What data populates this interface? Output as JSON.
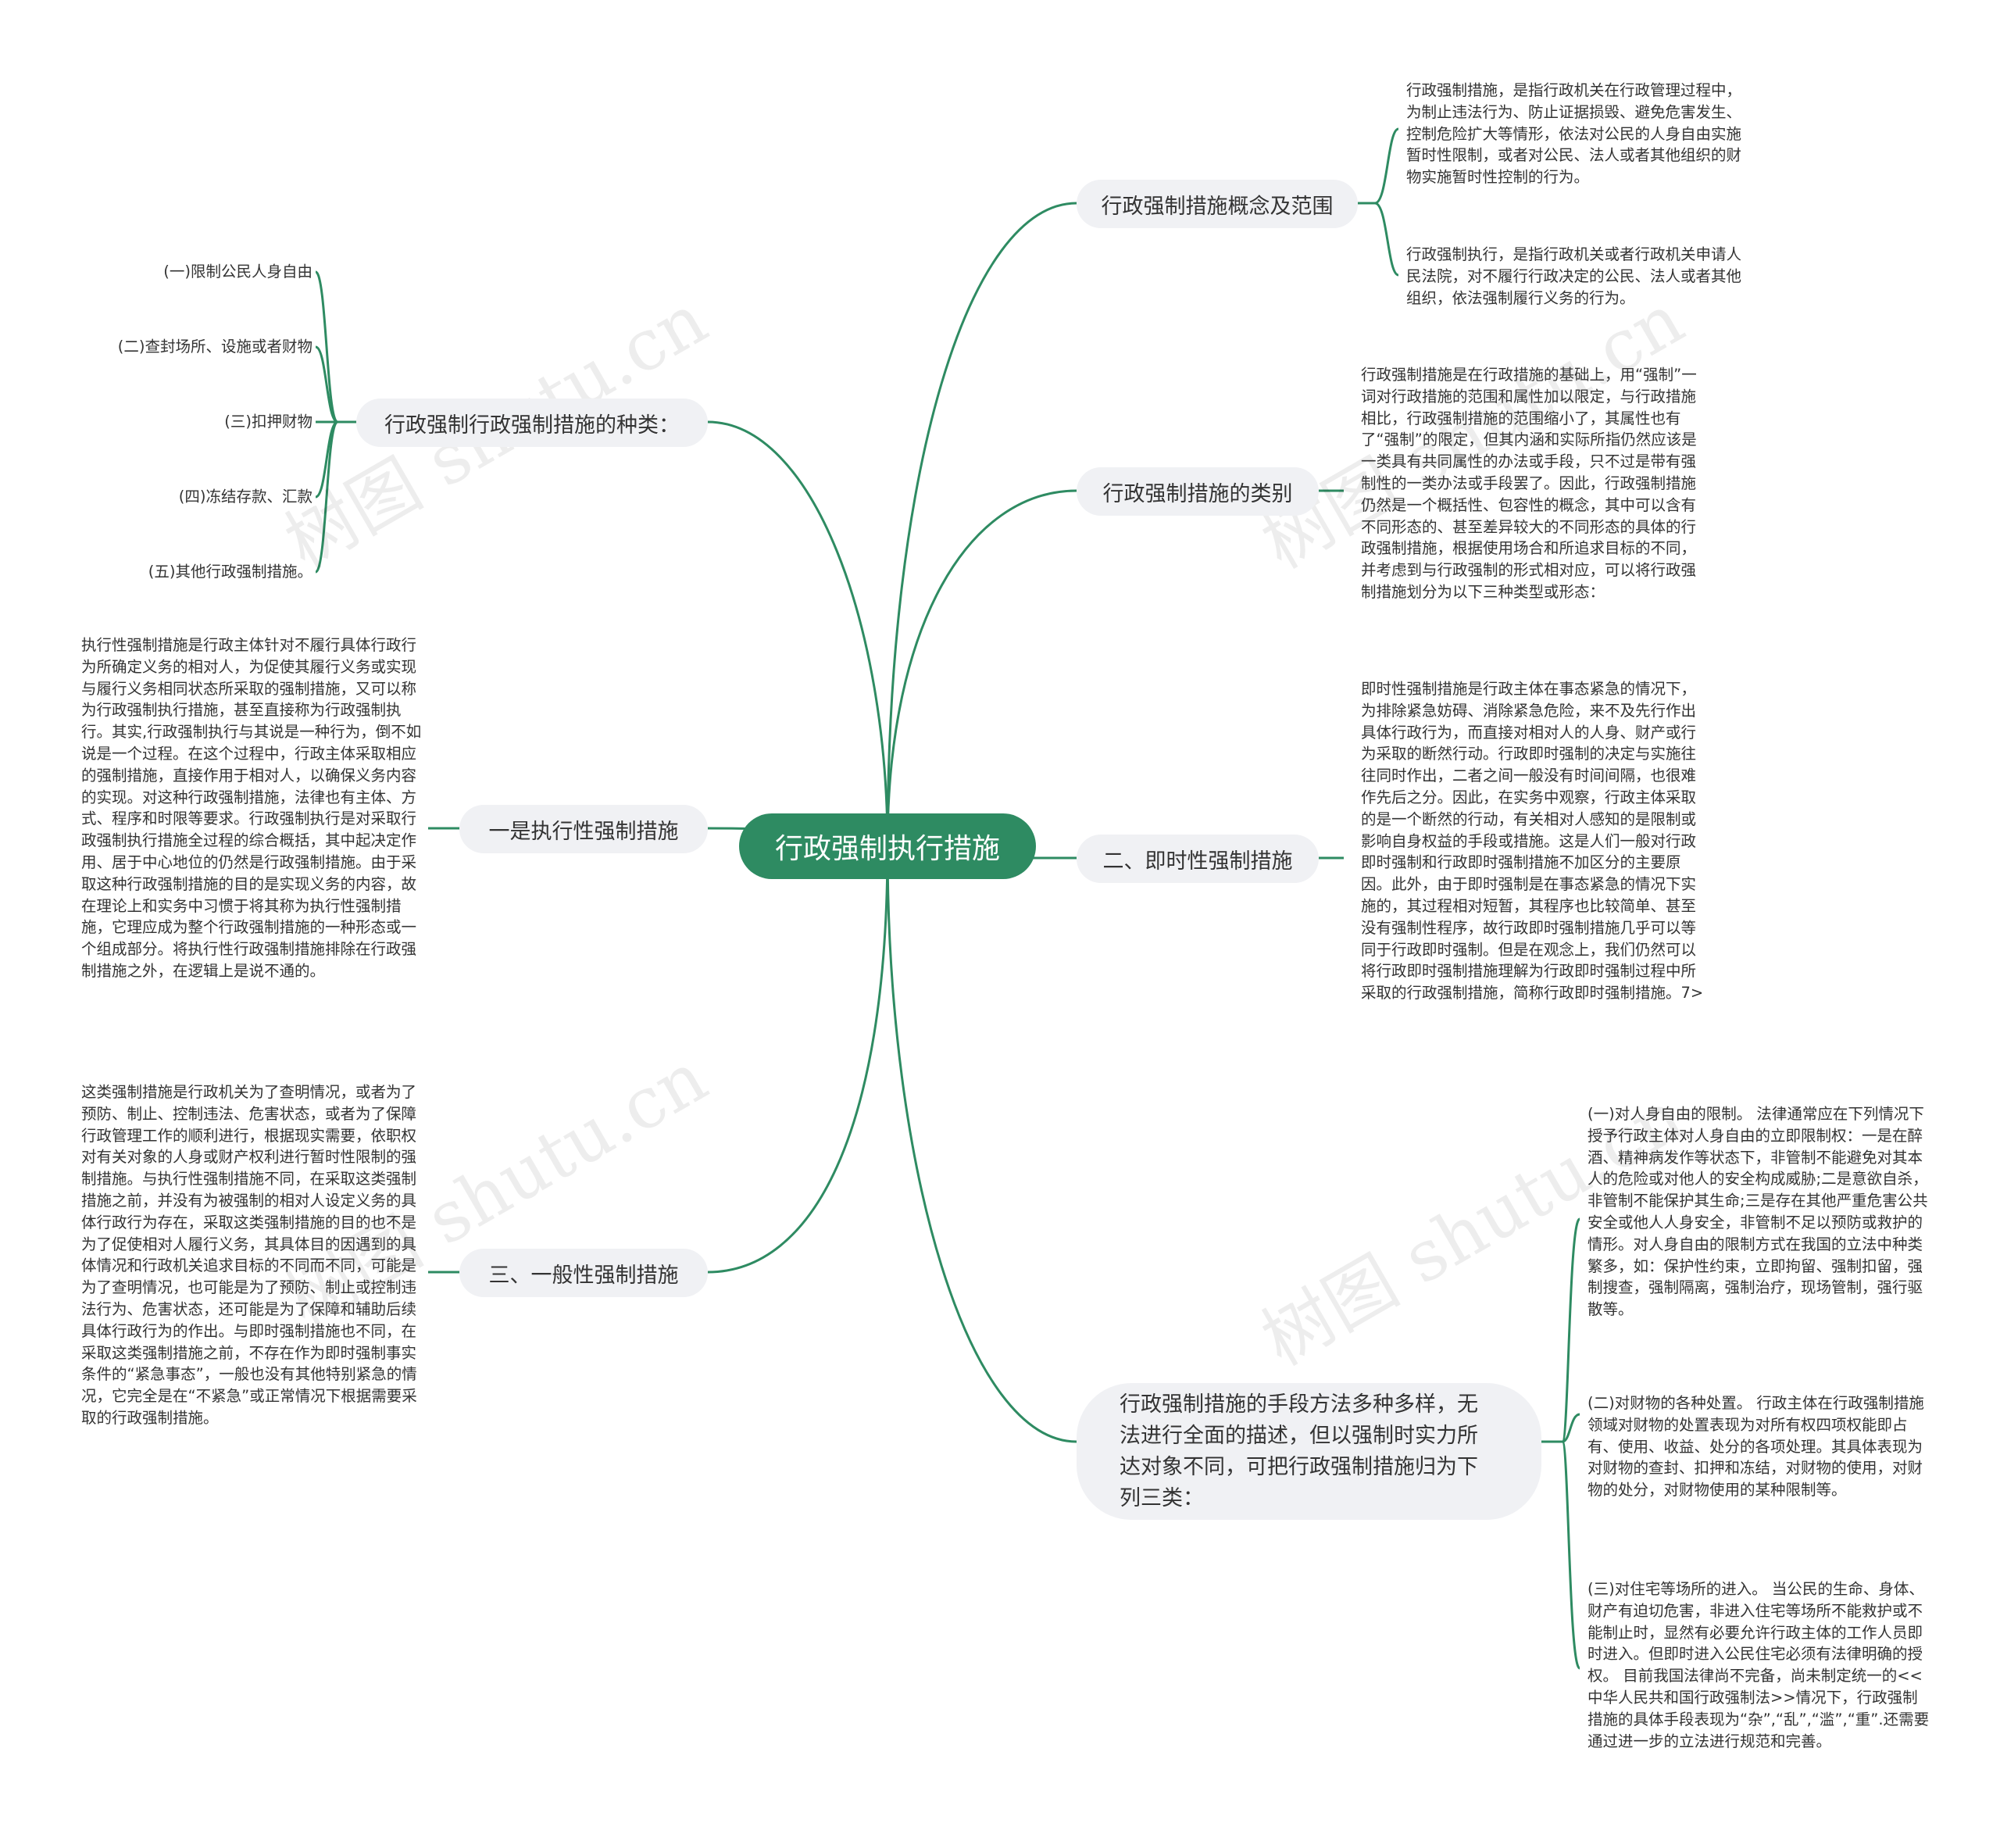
{
  "center": "行政强制执行措施",
  "branches": {
    "concept": {
      "label": "行政强制措施概念及范围",
      "leaves": [
        "行政强制措施，是指行政机关在行政管理过程中，为制止违法行为、防止证据损毁、避免危害发生、控制危险扩大等情形，依法对公民的人身自由实施暂时性限制，或者对公民、法人或者其他组织的财物实施暂时性控制的行为。",
        "行政强制执行，是指行政机关或者行政机关申请人民法院，对不履行行政决定的公民、法人或者其他组织，依法强制履行义务的行为。"
      ]
    },
    "category": {
      "label": "行政强制措施的类别",
      "leaf": "行政强制措施是在行政措施的基础上，用“强制”一词对行政措施的范围和属性加以限定，与行政措施相比，行政强制措施的范围缩小了，其属性也有了“强制”的限定，但其内涵和实际所指仍然应该是一类具有共同属性的办法或手段，只不过是带有强制性的一类办法或手段罢了。因此，行政强制措施仍然是一个概括性、包容性的概念，其中可以含有不同形态的、甚至差异较大的不同形态的具体的行政强制措施，根据使用场合和所追求目标的不同，并考虑到与行政强制的形式相对应，可以将行政强制措施划分为以下三种类型或形态："
    },
    "immediate": {
      "label": "二、即时性强制措施",
      "leaf": "即时性强制措施是行政主体在事态紧急的情况下，为排除紧急妨碍、消除紧急危险，来不及先行作出具体行政行为，而直接对相对人的人身、财产或行为采取的断然行动。行政即时强制的决定与实施往往同时作出，二者之间一般没有时间间隔，也很难作先后之分。因此，在实务中观察，行政主体采取的是一个断然的行动，有关相对人感知的是限制或影响自身权益的手段或措施。这是人们一般对行政即时强制和行政即时强制措施不加区分的主要原因。此外，由于即时强制是在事态紧急的情况下实施的，其过程相对短暂，其程序也比较简单、甚至没有强制性程序，故行政即时强制措施几乎可以等同于行政即时强制。但是在观念上，我们仍然可以将行政即时强制措施理解为行政即时强制过程中所采取的行政强制措施，简称行政即时强制措施。7>"
    },
    "means": {
      "label": "行政强制措施的手段方法多种多样，无法进行全面的描述，但以强制时实力所达对象不同，可把行政强制措施归为下列三类：",
      "leaves": [
        "(一)对人身自由的限制。 法律通常应在下列情况下授予行政主体对人身自由的立即限制权：一是在醉酒、精神病发作等状态下，非管制不能避免对其本人的危险或对他人的安全构成威胁;二是意欲自杀，非管制不能保护其生命;三是存在其他严重危害公共安全或他人人身安全，非管制不足以预防或救护的情形。对人身自由的限制方式在我国的立法中种类繁多，如：保护性约束，立即拘留、强制扣留，强制搜查，强制隔离，强制治疗，现场管制，强行驱散等。",
        "(二)对财物的各种处置。 行政主体在行政强制措施领域对财物的处置表现为对所有权四项权能即占有、使用、收益、处分的各项处理。其具体表现为对财物的查封、扣押和冻结，对财物的使用，对财物的处分，对财物使用的某种限制等。",
        "(三)对住宅等场所的进入。 当公民的生命、身体、财产有迫切危害，非进入住宅等场所不能救护或不能制止时，显然有必要允许行政主体的工作人员即时进入。但即时进入公民住宅必须有法律明确的授权。 目前我国法律尚不完备，尚未制定统一的<<中华人民共和国行政强制法>>情况下，行政强制措施的具体手段表现为“杂”,“乱”,“滥”,“重”.还需要通过进一步的立法进行规范和完善。"
      ]
    },
    "types": {
      "label": "行政强制行政强制措施的种类：",
      "leaves": [
        "(一)限制公民人身自由",
        "(二)查封场所、设施或者财物",
        "(三)扣押财物",
        "(四)冻结存款、汇款",
        "(五)其他行政强制措施。"
      ]
    },
    "executive": {
      "label": "一是执行性强制措施",
      "leaf": "执行性强制措施是行政主体针对不履行具体行政行为所确定义务的相对人，为促使其履行义务或实现与履行义务相同状态所采取的强制措施，又可以称为行政强制执行措施，甚至直接称为行政强制执行。其实,行政强制执行与其说是一种行为，倒不如说是一个过程。在这个过程中，行政主体采取相应的强制措施，直接作用于相对人，以确保义务内容的实现。对这种行政强制措施，法律也有主体、方式、程序和时限等要求。行政强制执行是对采取行政强制执行措施全过程的综合概括，其中起决定作用、居于中心地位的仍然是行政强制措施。由于采取这种行政强制措施的目的是实现义务的内容，故在理论上和实务中习惯于将其称为执行性强制措施，它理应成为整个行政强制措施的一种形态或一个组成部分。将执行性行政强制措施排除在行政强制措施之外，在逻辑上是说不通的。"
    },
    "general": {
      "label": "三、一般性强制措施",
      "leaf": "这类强制措施是行政机关为了查明情况，或者为了预防、制止、控制违法、危害状态，或者为了保障行政管理工作的顺利进行，根据现实需要，依职权对有关对象的人身或财产权利进行暂时性限制的强制措施。与执行性强制措施不同，在采取这类强制措施之前，并没有为被强制的相对人设定义务的具体行政行为存在，采取这类强制措施的目的也不是为了促使相对人履行义务，其具体目的因遇到的具体情况和行政机关追求目标的不同而不同，可能是为了查明情况，也可能是为了预防、制止或控制违法行为、危害状态，还可能是为了保障和辅助后续具体行政行为的作出。与即时强制措施也不同，在采取这类强制措施之前，不存在作为即时强制事实条件的“紧急事态”，一般也没有其他特别紧急的情况，它完全是在“不紧急”或正常情况下根据需要采取的行政强制措施。"
    }
  },
  "watermark": "树图 shutu.cn",
  "colors": {
    "accent": "#2e8b62",
    "line": "#2e8b62",
    "branch_bg": "#f0f1f4"
  }
}
